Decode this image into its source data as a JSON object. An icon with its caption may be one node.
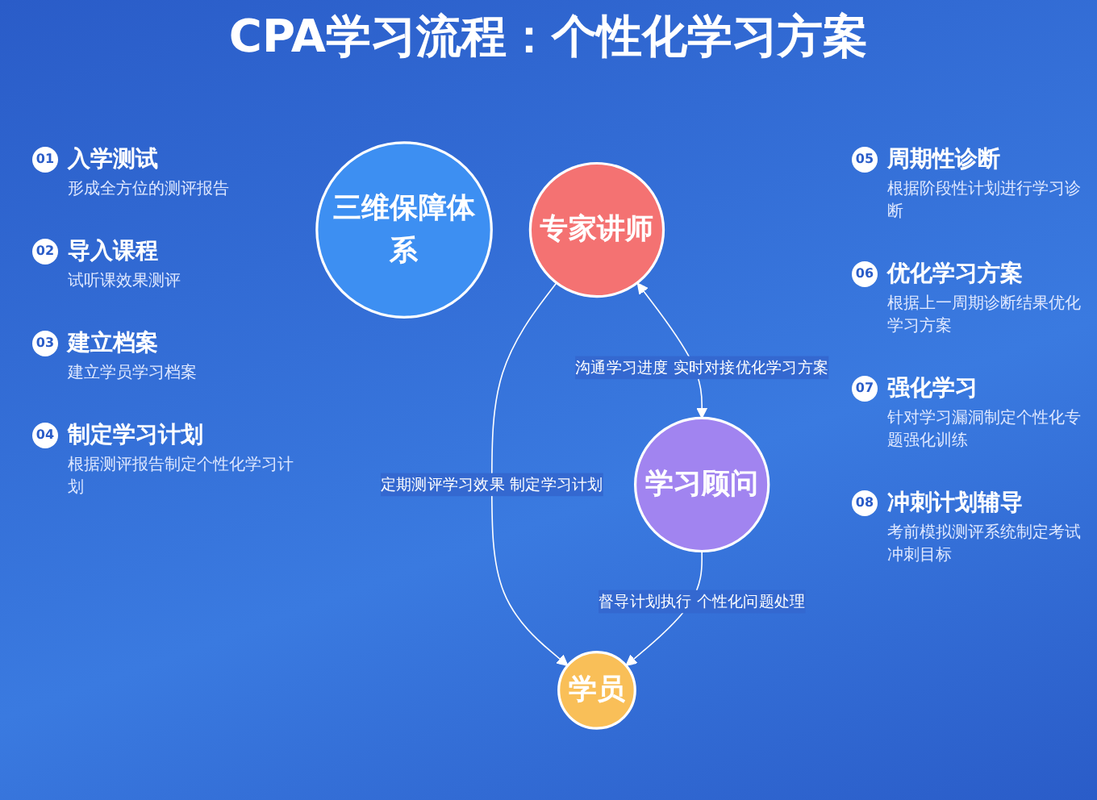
{
  "diagram": {
    "title": "CPA学习流程：个性化学习方案",
    "nodes": [
      {
        "text": [
          "学员"
        ]
      },
      {
        "text": [
          "三维保障体系"
        ]
      },
      {
        "text": [
          "专家讲师"
        ]
      },
      {
        "text": [
          "学习顾问"
        ]
      }
    ],
    "edges": [
      {
        "from": 2,
        "to": 0,
        "arrow": "to",
        "label": "定期测评学习效果 制定学习计划"
      },
      {
        "from": 3,
        "to": 0,
        "arrow": "to",
        "label": "督导计划执行 个性化问题处理"
      },
      {
        "from": 2,
        "to": 3,
        "arrow": "both",
        "label": "沟通学习进度 实时对接优化学习方案"
      }
    ],
    "labels": [
      "01",
      "入学测试",
      "形成全方位的测评报告",
      "02",
      "导入课程",
      "试听课效果测评",
      "03",
      "建立档案",
      "建立学员学习档案",
      "04",
      "制定学习计划",
      "根据测评报告制定个性化学习计划",
      "05",
      "周期性诊断",
      "根据阶段性计划进行学习诊断",
      "06",
      "优化学习方案",
      "根据上一周期诊断结果优化学习方案",
      "07",
      "强化学习",
      "针对学习漏洞制定个性化专题强化训练",
      "08",
      "冲刺计划辅导",
      "考前模拟测评系统制定考试冲刺目标"
    ]
  }
}
